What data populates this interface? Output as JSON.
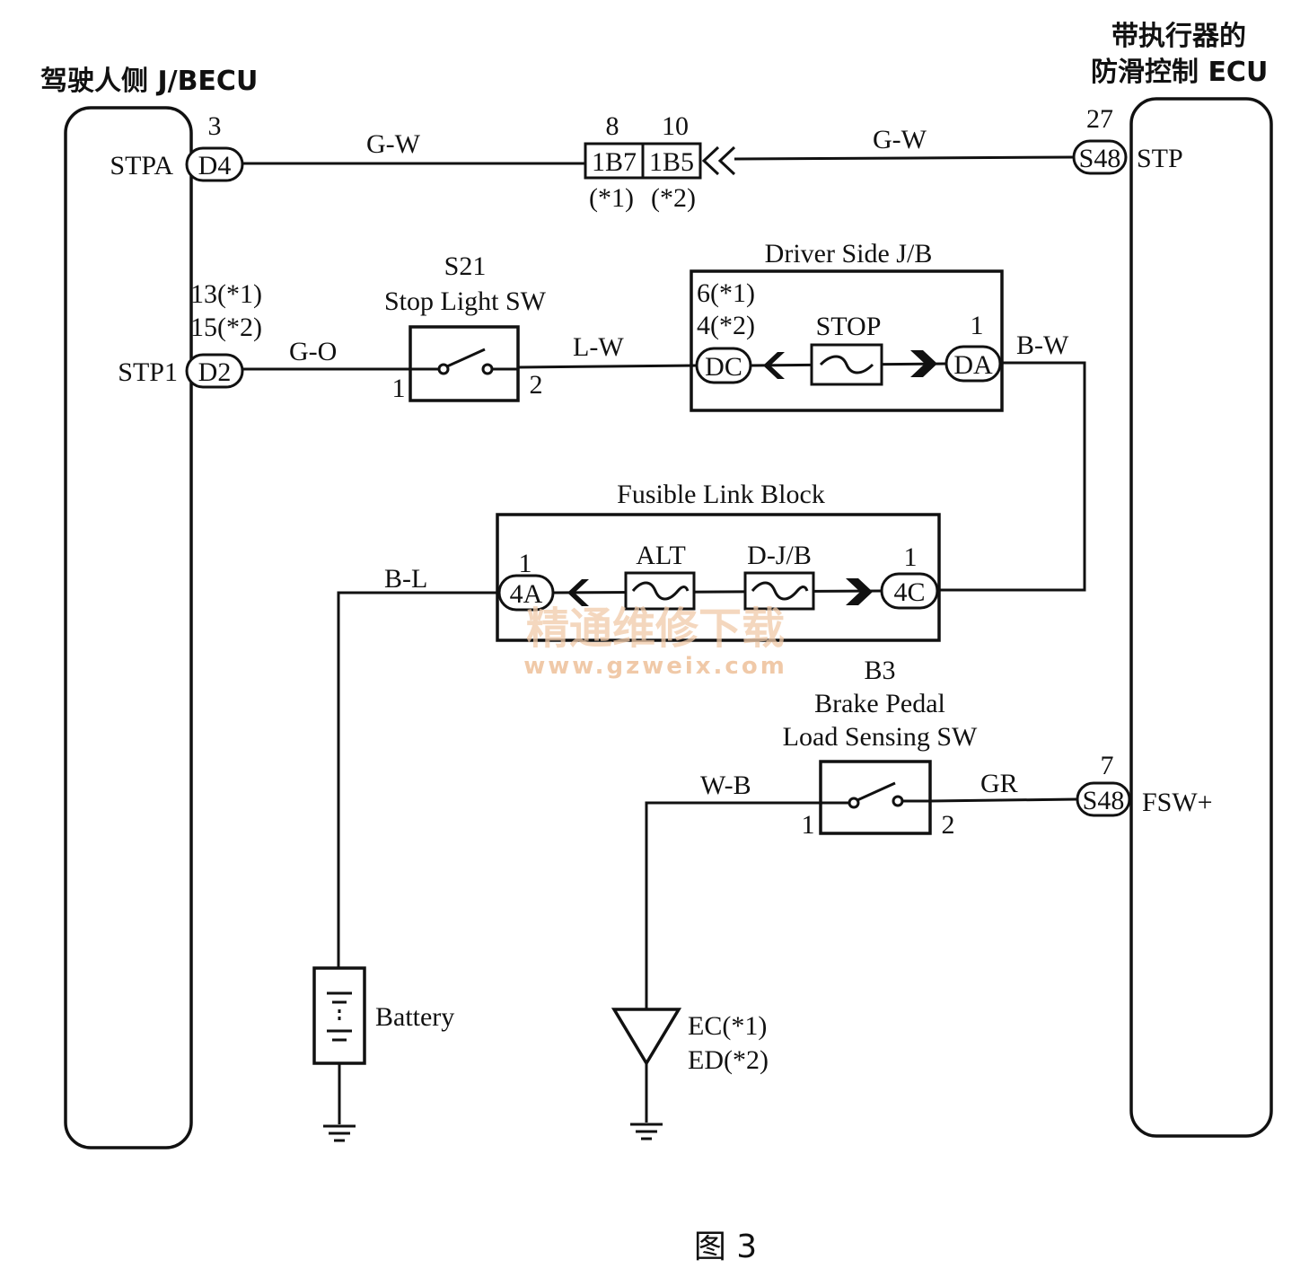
{
  "left_ecu": {
    "title": "驾驶人侧 J/BECU",
    "pins": {
      "stpa": "STPA",
      "stp1": "STP1"
    }
  },
  "right_ecu": {
    "title_line1": "带执行器的",
    "title_line2": "防滑控制 ECU",
    "pins": {
      "stp": "STP",
      "fsw": "FSW+"
    }
  },
  "connectors": {
    "d4": {
      "id": "D4",
      "pin": "3"
    },
    "d2": {
      "id": "D2",
      "pin_line1": "13(*1)",
      "pin_line2": "15(*2)"
    },
    "b1b7": {
      "id": "1B7",
      "pin": "8",
      "note": "(*1)"
    },
    "b1b5": {
      "id": "1B5",
      "pin": "10",
      "note": "(*2)"
    },
    "s48_stp": {
      "id": "S48",
      "pin": "27"
    },
    "s48_fsw": {
      "id": "S48",
      "pin": "7"
    },
    "dc": {
      "id": "DC",
      "pin_line1": "6(*1)",
      "pin_line2": "4(*2)"
    },
    "da": {
      "id": "DA",
      "pin": "1"
    },
    "a4": {
      "id": "4A",
      "pin": "1"
    },
    "c4": {
      "id": "4C",
      "pin": "1"
    }
  },
  "wires": {
    "gw_left": "G-W",
    "gw_right": "G-W",
    "go": "G-O",
    "lw": "L-W",
    "bw": "B-W",
    "bl": "B-L",
    "wb": "W-B",
    "gr": "GR"
  },
  "stop_light_sw": {
    "code": "S21",
    "name": "Stop Light SW",
    "pin1": "1",
    "pin2": "2"
  },
  "driver_jb": {
    "title": "Driver Side J/B",
    "fuse": "STOP"
  },
  "fusible_block": {
    "title": "Fusible Link Block",
    "fuse1": "ALT",
    "fuse2": "D-J/B"
  },
  "brake_sw": {
    "code": "B3",
    "line1": "Brake Pedal",
    "line2": "Load Sensing SW",
    "pin1": "1",
    "pin2": "2"
  },
  "battery": {
    "label": "Battery"
  },
  "ground": {
    "line1": "EC(*1)",
    "line2": "ED(*2)"
  },
  "watermark": {
    "text": "精通维修下载",
    "url": "www.gzweix.com"
  },
  "caption": "图 3"
}
